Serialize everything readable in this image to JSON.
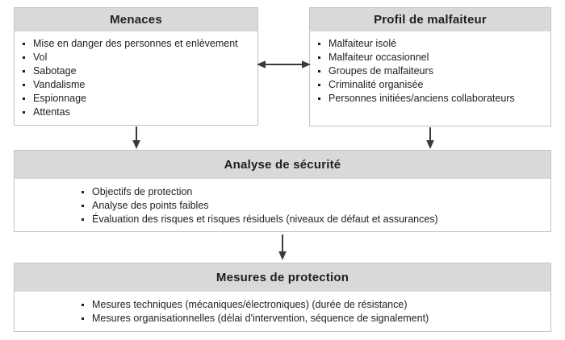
{
  "colors": {
    "header_bg": "#d9d9d9",
    "box_border": "#c3c3c3",
    "text": "#1f1f1f",
    "arrow": "#3a3a3a",
    "background": "#ffffff"
  },
  "boxes": {
    "menaces": {
      "title": "Menaces",
      "items": [
        "Mise en danger des personnes et enlèvement",
        "Vol",
        "Sabotage",
        "Vandalisme",
        "Espionnage",
        "Attentas"
      ]
    },
    "profil": {
      "title": "Profil de malfaiteur",
      "items": [
        "Malfaiteur isolé",
        "Malfaiteur occasionnel",
        "Groupes de malfaiteurs",
        "Criminalité organisée",
        "Personnes initiées/anciens collaborateurs"
      ]
    },
    "analyse": {
      "title": "Analyse de sécurité",
      "items": [
        "Objectifs de protection",
        "Analyse des points faibles",
        "Évaluation des risques et risques résiduels (niveaux de défaut et assurances)"
      ]
    },
    "mesures": {
      "title": "Mesures de protection",
      "items": [
        "Mesures techniques (mécaniques/électroniques) (durée de résistance)",
        "Mesures organisationnelles (délai d'intervention, séquence de signalement)"
      ]
    }
  },
  "arrows": [
    {
      "name": "menaces-profil-bidirectional",
      "type": "horizontal-double"
    },
    {
      "name": "menaces-to-analyse",
      "type": "down"
    },
    {
      "name": "profil-to-analyse",
      "type": "down"
    },
    {
      "name": "analyse-to-mesures",
      "type": "down"
    }
  ]
}
